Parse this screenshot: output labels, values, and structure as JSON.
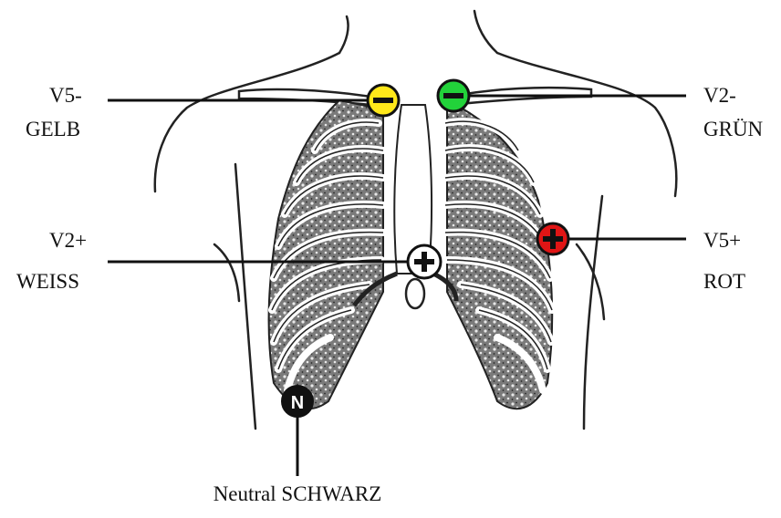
{
  "labels": {
    "v5_minus": {
      "line1": "V5-",
      "line2": "GELB"
    },
    "v2_minus": {
      "line1": "V2-",
      "line2": "GRÜN"
    },
    "v2_plus": {
      "line1": "V2+",
      "line2": "WEISS"
    },
    "v5_plus": {
      "line1": "V5+",
      "line2": "ROT"
    },
    "neutral": {
      "text": "Neutral SCHWARZ"
    }
  },
  "electrodes": {
    "v5_minus": {
      "symbol": "−",
      "color": "#ffe81a"
    },
    "v2_minus": {
      "symbol": "−",
      "color": "#22d23a"
    },
    "v2_plus": {
      "symbol": "+",
      "color": "#ffffff"
    },
    "v5_plus": {
      "symbol": "+",
      "color": "#e01515"
    },
    "neutral": {
      "symbol": "N",
      "color": "#111111"
    }
  }
}
